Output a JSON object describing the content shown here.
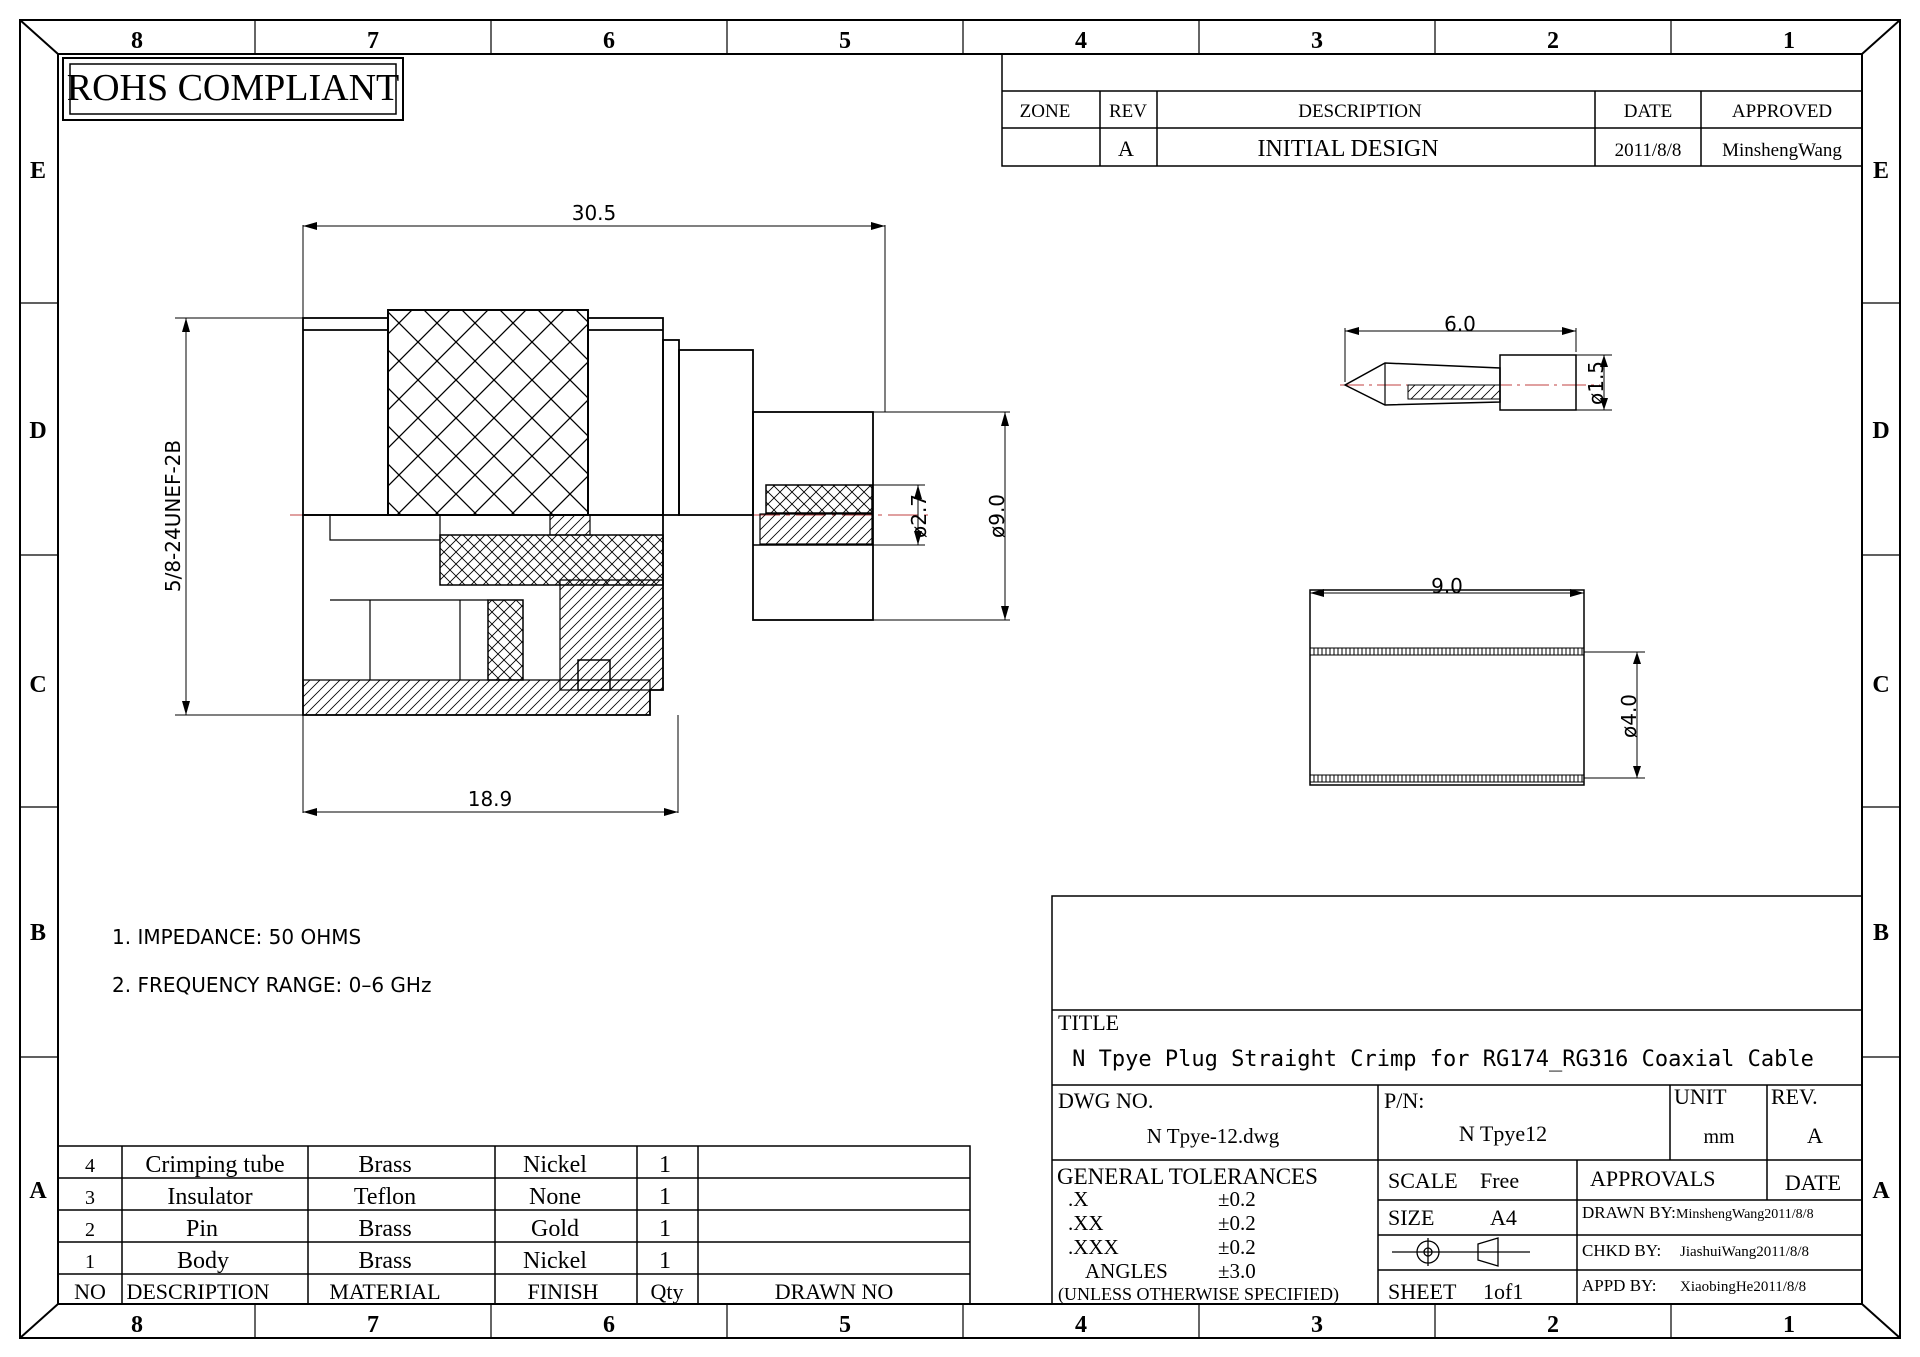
{
  "frame": {
    "columns": [
      "8",
      "7",
      "6",
      "5",
      "4",
      "3",
      "2",
      "1"
    ],
    "rows": [
      "E",
      "D",
      "C",
      "B",
      "A"
    ]
  },
  "rohs_label": "ROHS COMPLIANT",
  "revision_table": {
    "headers": [
      "ZONE",
      "REV",
      "DESCRIPTION",
      "DATE",
      "APPROVED"
    ],
    "row": {
      "zone": "",
      "rev": "A",
      "description": "INITIAL DESIGN",
      "date": "2011/8/8",
      "approved": "MinshengWang"
    }
  },
  "dimensions": {
    "overall_length": "30.5",
    "thread": "5/8-24UNEF-2B",
    "body_length": "18.9",
    "pin_dia": "ø2.7",
    "tube_dia": "ø9.0",
    "pin_length": "6.0",
    "pin_tip_dia": "ø1.5",
    "insulator_length": "9.0",
    "insulator_dia": "ø4.0"
  },
  "notes": [
    "1. IMPEDANCE: 50 OHMS",
    "2. FREQUENCY RANGE: 0–6 GHz"
  ],
  "bom": {
    "headers": [
      "NO",
      "DESCRIPTION",
      "MATERIAL",
      "FINISH",
      "Qty",
      "DRAWN NO"
    ],
    "rows": [
      {
        "no": "4",
        "description": "Crimping tube",
        "material": "Brass",
        "finish": "Nickel",
        "qty": "1",
        "drawn_no": ""
      },
      {
        "no": "3",
        "description": "Insulator",
        "material": "Teflon",
        "finish": "None",
        "qty": "1",
        "drawn_no": ""
      },
      {
        "no": "2",
        "description": "Pin",
        "material": "Brass",
        "finish": "Gold",
        "qty": "1",
        "drawn_no": ""
      },
      {
        "no": "1",
        "description": "Body",
        "material": "Brass",
        "finish": "Nickel",
        "qty": "1",
        "drawn_no": ""
      }
    ]
  },
  "title_block": {
    "title_label": "TITLE",
    "title": "N Tpye Plug Straight Crimp for RG174_RG316 Coaxial Cable",
    "dwg_label": "DWG NO.",
    "dwg_no": "N Tpye-12.dwg",
    "pn_label": "P/N:",
    "pn": "N Tpye12",
    "unit_label": "UNIT",
    "unit": "mm",
    "rev_label": "REV.",
    "rev": "A",
    "tolerances_label": "GENERAL TOLERANCES",
    "tolerances": [
      {
        "key": ".X",
        "value": "±0.2"
      },
      {
        "key": ".XX",
        "value": "±0.2"
      },
      {
        "key": ".XXX",
        "value": "±0.2"
      },
      {
        "key": "ANGLES",
        "value": "±3.0"
      }
    ],
    "tolerance_note": "(UNLESS OTHERWISE SPECIFIED)",
    "scale_label": "SCALE",
    "scale": "Free",
    "size_label": "SIZE",
    "size": "A4",
    "sheet_label": "SHEET",
    "sheet": "1of1",
    "approvals_label": "APPROVALS",
    "date_label": "DATE",
    "drawn_by_label": "DRAWN BY:",
    "drawn_by": "MinshengWang2011/8/8",
    "chkd_by_label": "CHKD BY:",
    "chkd_by": "JiashuiWang2011/8/8",
    "appd_by_label": "APPD BY:",
    "appd_by": "XiaobingHe2011/8/8"
  }
}
